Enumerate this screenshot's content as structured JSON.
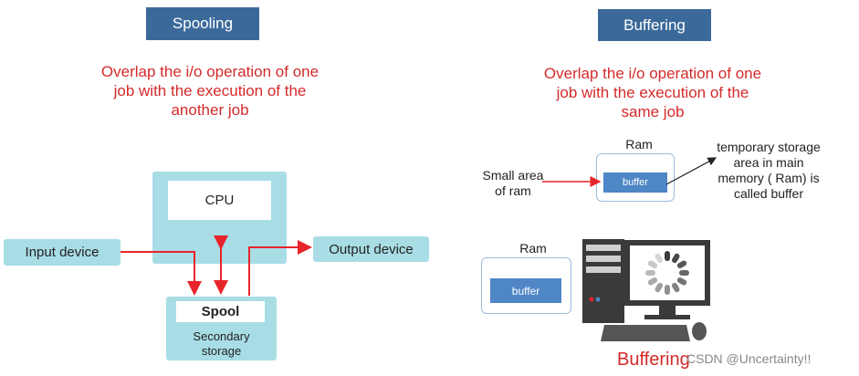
{
  "spooling": {
    "title": "Spooling",
    "description": [
      "Overlap the i/o operation of one",
      "job with the execution of the",
      "another job"
    ],
    "cpu_label": "CPU",
    "input_label": "Input device",
    "output_label": "Output device",
    "spool_label": "Spool",
    "storage_label": [
      "Secondary",
      "storage"
    ]
  },
  "buffering": {
    "title": "Buffering",
    "description": [
      "Overlap the i/o operation of one",
      "job with the execution of the",
      "same job"
    ],
    "ram_label": "Ram",
    "buffer_label": "buffer",
    "small_area_label": [
      "Small area",
      "of ram"
    ],
    "temp_storage_label": [
      "temporary storage",
      "area in main",
      "memory ( Ram) is",
      "called buffer"
    ],
    "ram_label_2": "Ram",
    "buffer_label_2": "buffer",
    "caption": "Buffering"
  },
  "watermark": "CSDN @Uncertainty!!",
  "colors": {
    "tag": "#3b6a9a",
    "accent_red": "#d42a2a",
    "box": "#a8dde6",
    "buffer": "#4f86c6",
    "arrow": "#e8242b"
  }
}
